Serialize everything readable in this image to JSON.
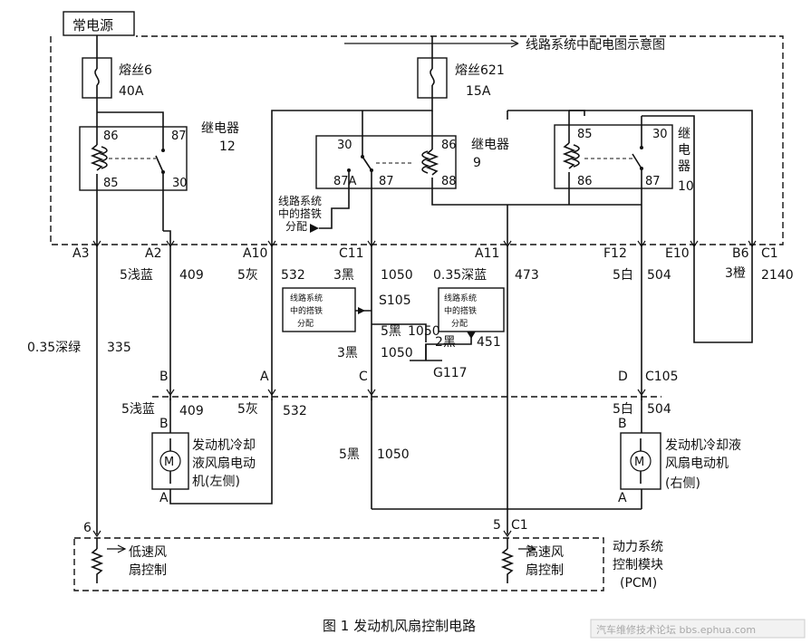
{
  "source": {
    "label": "常电源"
  },
  "harness": {
    "title": "线路系统中配电图示意图"
  },
  "fuses": [
    {
      "name": "熔丝6",
      "rating": "40A"
    },
    {
      "name": "熔丝621",
      "rating": "15A"
    }
  ],
  "relays": [
    {
      "title": "继电器",
      "number": "12",
      "pins": [
        "86",
        "87",
        "85",
        "30"
      ]
    },
    {
      "title": "继电器",
      "number": "9",
      "pins": [
        "30",
        "86",
        "87A",
        "87",
        "88"
      ]
    },
    {
      "title": "继电器",
      "number": "10",
      "title_chars": [
        "继",
        "电",
        "器"
      ],
      "pins": [
        "85",
        "30",
        "86",
        "87"
      ]
    }
  ],
  "ground_labels": {
    "upper": [
      "线路系统",
      "中的搭铁",
      "分配"
    ],
    "left": [
      "线路系统",
      "中的搭铁",
      "分配"
    ],
    "right": [
      "线路系统",
      "中的搭铁",
      "分配"
    ]
  },
  "connectors": [
    "A3",
    "A2",
    "A10",
    "C11",
    "A11",
    "F12",
    "E10",
    "B6",
    "C1"
  ],
  "wires": {
    "w335": {
      "gauge": "0.35深绿",
      "circuit": "335"
    },
    "w409": {
      "gauge": "5浅蓝",
      "circuit": "409"
    },
    "w532": {
      "gauge": "5灰",
      "circuit": "532"
    },
    "w1050": {
      "gauge": "3黑",
      "circuit": "1050"
    },
    "w473": {
      "gauge": "0.35深蓝",
      "circuit": "473"
    },
    "w504": {
      "gauge": "5白",
      "circuit": "504"
    },
    "w2140": {
      "gauge": "3橙",
      "circuit": "2140"
    },
    "s105": "S105",
    "s5b": "5黑",
    "s5b_circuit": "1050",
    "g_3b": "3黑",
    "g_3b_circuit": "1050",
    "g_2b": "2黑",
    "g_451": "451",
    "ground": "G117",
    "mid_1050_gauge": "5黑",
    "mid_1050_circuit": "1050"
  },
  "mid_connectors": {
    "B": "B",
    "A": "A",
    "C": "C",
    "D": "D",
    "C105": "C105"
  },
  "motor_left": {
    "wire_gauge": "5浅蓝",
    "wire_circuit": "409",
    "wire2_gauge": "5灰",
    "wire2_circuit": "532",
    "pinB": "B",
    "pinA": "A",
    "symbol": "M",
    "label": [
      "发动机冷却",
      "液风扇电动",
      "机(左侧)"
    ]
  },
  "motor_right": {
    "wire_gauge": "5白",
    "wire_circuit": "504",
    "pinB": "B",
    "pinA": "A",
    "symbol": "M",
    "label": [
      "发动机冷却液",
      "风扇电动机",
      "(右侧)"
    ]
  },
  "pcm": {
    "pin_low": "6",
    "pin_high_num": "5",
    "pin_high": "C1",
    "low_label": [
      "低速风",
      "扇控制"
    ],
    "high_label": [
      "高速风",
      "扇控制"
    ],
    "title": [
      "动力系统",
      "控制模块",
      "(PCM)"
    ]
  },
  "caption": "图 1  发动机风扇控制电路",
  "watermark": "汽车维修技术论坛 bbs.ephua.com"
}
